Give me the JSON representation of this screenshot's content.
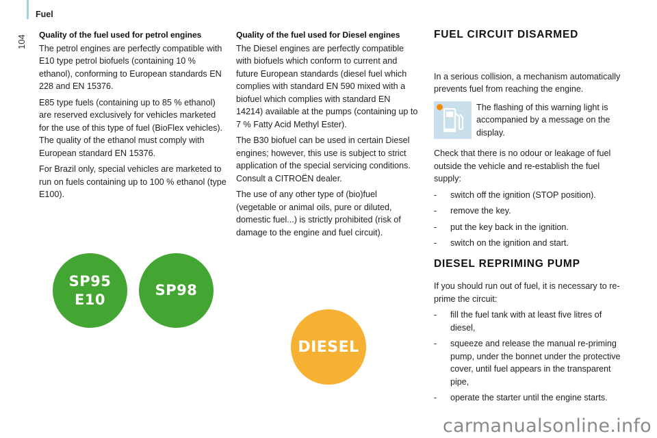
{
  "header": {
    "section_title": "Fuel",
    "page_number": "104"
  },
  "petrol": {
    "heading": "Quality of the fuel used for petrol engines",
    "paragraphs": [
      "The petrol engines are perfectly compatible with E10 type petrol biofuels (containing 10 % ethanol), conforming to European standards EN 228 and EN 15376.",
      "E85 type fuels (containing up to 85 % ethanol) are reserved exclusively for vehicles marketed for the use of this type of fuel (BioFlex vehicles). The quality of the ethanol must comply with European standard EN 15376.",
      "For Brazil only, special vehicles are marketed to run on fuels containing up to 100 % ethanol (type E100)."
    ]
  },
  "diesel": {
    "heading": "Quality of the fuel used for Diesel engines",
    "paragraphs": [
      "The Diesel engines are perfectly compatible with biofuels which conform to current and future European standards (diesel fuel which complies with standard EN 590 mixed with a biofuel which complies with standard EN 14214) available at the pumps (containing up to 7 % Fatty Acid Methyl Ester).",
      "The B30 biofuel can be used in certain Diesel engines; however, this use is subject to strict application of the special servicing conditions. Consult a CITROËN dealer.",
      "The use of any other type of (bio)fuel (vegetable or animal oils, pure or diluted, domestic fuel...) is strictly prohibited (risk of damage to the engine and fuel circuit)."
    ]
  },
  "fuel_circuit": {
    "heading": "FUEL CIRCUIT DISARMED",
    "intro": "In a serious collision, a mechanism automatically prevents fuel from reaching the engine.",
    "warning_icon": "fuel-pump-warning-icon",
    "warning_text": "The flashing of this warning light is accompanied by a message on the display.",
    "check_text": "Check that there is no odour or leakage of fuel outside the vehicle and re-establish the fuel supply:",
    "steps": [
      "switch off the ignition (STOP position).",
      "remove the key.",
      "put the key back in the ignition.",
      "switch on the ignition and start."
    ]
  },
  "repriming": {
    "heading": "DIESEL REPRIMING PUMP",
    "intro": "If you should run out of fuel, it is necessary to re-prime the circuit:",
    "steps": [
      "fill the fuel tank with at least five litres of diesel,",
      "squeeze and release the manual re-priming pump, under the bonnet under the protective cover, until fuel appears in the transparent pipe,",
      "operate the starter until the engine starts."
    ]
  },
  "badges": [
    {
      "lines": [
        "SP95",
        "E10"
      ],
      "color": "#44a632"
    },
    {
      "lines": [
        "SP98"
      ],
      "color": "#44a632"
    },
    {
      "lines": [
        "DIESEL"
      ],
      "color": "#f6b133"
    }
  ],
  "colors": {
    "accent_bar": "#a9cfe0",
    "warning_bg": "#c9dfeb",
    "warning_dot": "#f08c00"
  },
  "watermark": "carmanualsonline.info"
}
